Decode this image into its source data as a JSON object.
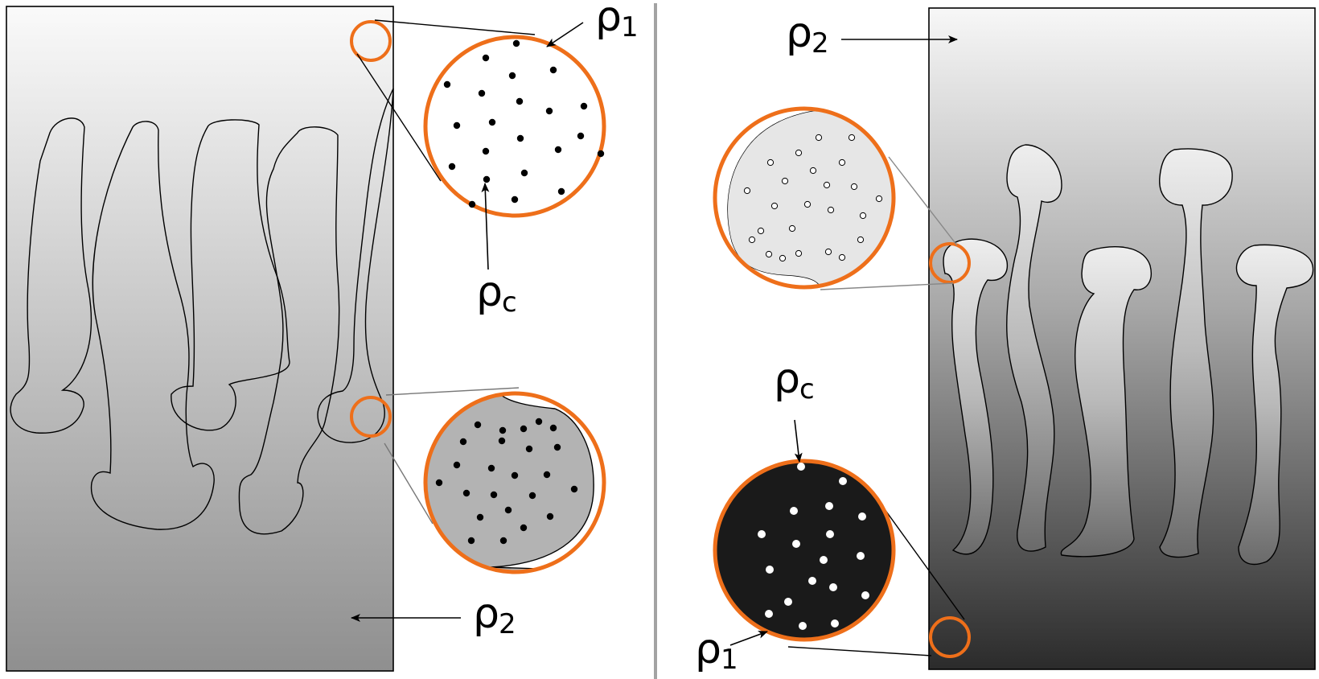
{
  "figure": {
    "left_panel": {
      "labels": {
        "rho1_top": {
          "symbol": "ρ",
          "subscript": "1"
        },
        "rhoc": {
          "symbol": "ρ",
          "subscript": "c"
        },
        "rho2": {
          "symbol": "ρ",
          "subscript": "2"
        }
      }
    },
    "right_panel": {
      "labels": {
        "rho2": {
          "symbol": "ρ",
          "subscript": "2"
        },
        "rhoc": {
          "symbol": "ρ",
          "subscript": "c"
        },
        "rho1": {
          "symbol": "ρ",
          "subscript": "1"
        }
      }
    }
  },
  "colors": {
    "highlight_circle": "#ee6f1a",
    "divider": "#a3a3a3",
    "zoom_light_fill": "#ffffff",
    "zoom_mid_fill": "#b3b3b3",
    "zoom_pale_fill": "#e6e6e6",
    "zoom_dark_fill": "#1a1a1a",
    "gradient_light": "#f7f7f7",
    "gradient_mid": "#8f8f8f",
    "gradient_dark": "#2b2b2b"
  }
}
